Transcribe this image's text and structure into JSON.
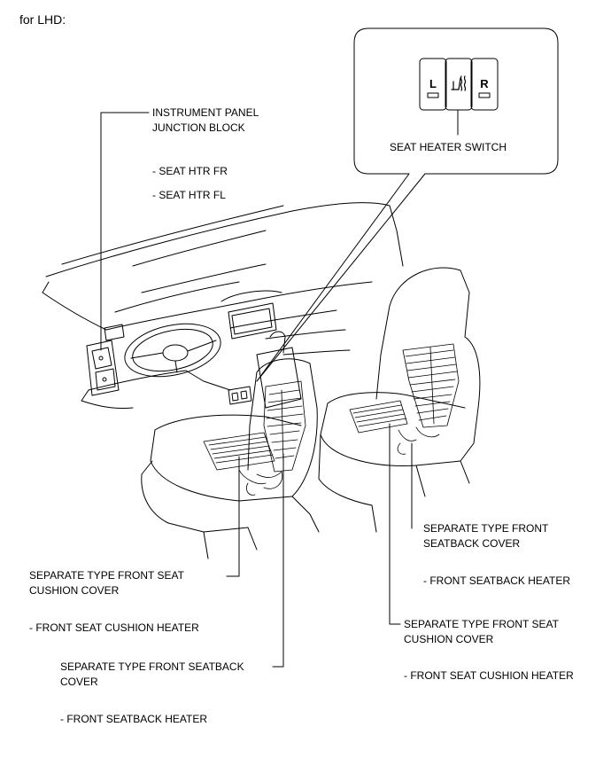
{
  "heading": "for LHD:",
  "callout": {
    "title": "SEAT HEATER SWITCH",
    "keys": {
      "left": "L",
      "right": "R"
    }
  },
  "labels": {
    "ipjb": {
      "line1": "INSTRUMENT PANEL",
      "line2": "JUNCTION BLOCK",
      "sub1": "- SEAT HTR FR",
      "sub2": "- SEAT HTR FL"
    },
    "left_cushion_cover": {
      "line1": "SEPARATE TYPE FRONT SEAT",
      "line2": "CUSHION COVER",
      "sub": "- FRONT SEAT CUSHION HEATER"
    },
    "left_seatback_cover": {
      "line1": "SEPARATE TYPE FRONT SEATBACK",
      "line2": "COVER",
      "sub": "- FRONT SEATBACK HEATER"
    },
    "right_seatback_cover": {
      "line1": "SEPARATE TYPE FRONT",
      "line2": "SEATBACK COVER",
      "sub": "- FRONT SEATBACK HEATER"
    },
    "right_cushion_cover": {
      "line1": "SEPARATE TYPE FRONT SEAT",
      "line2": "CUSHION COVER",
      "sub": "- FRONT SEAT CUSHION HEATER"
    }
  }
}
